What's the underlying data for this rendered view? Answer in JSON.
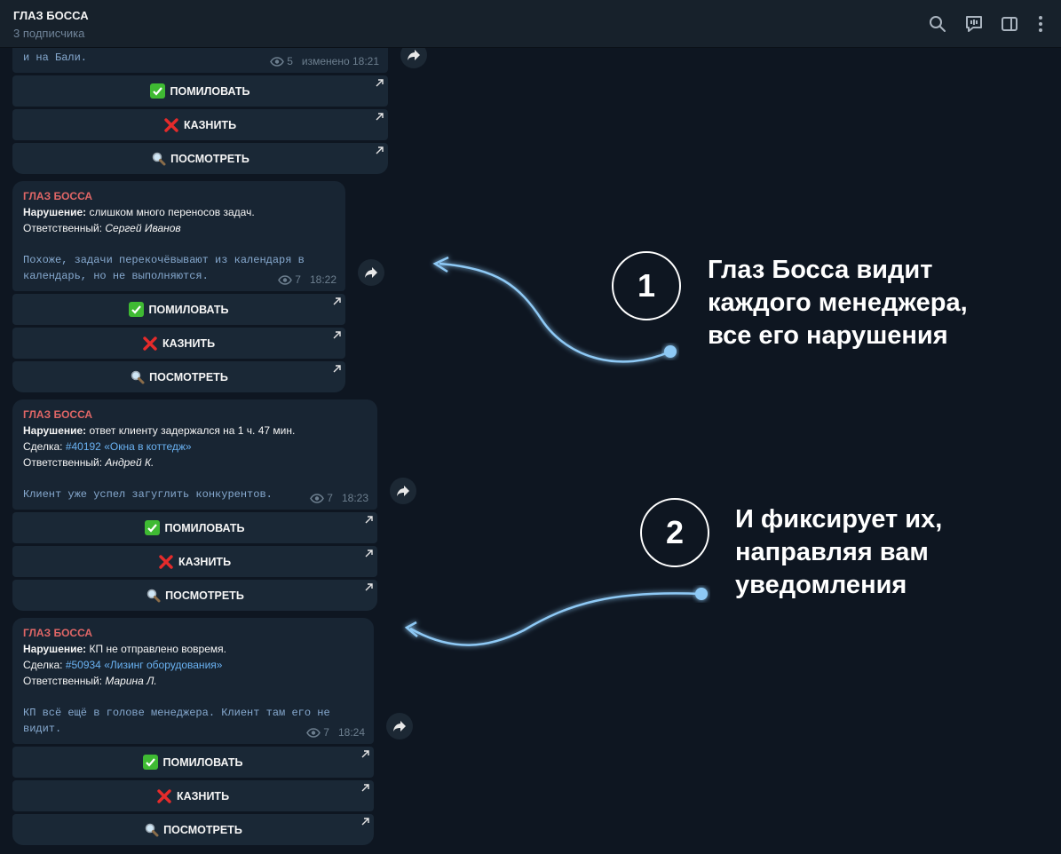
{
  "header": {
    "title": "ГЛАЗ БОССА",
    "subtitle": "3 подписчика",
    "icons": [
      "search-icon",
      "comments-icon",
      "sidebar-toggle-icon",
      "more-vertical-icon"
    ]
  },
  "buttons": {
    "pardon": "ПОМИЛОВАТЬ",
    "execute": "КАЗНИТЬ",
    "view": "ПОСМОТРЕТЬ"
  },
  "messages": [
    {
      "code": "и на Бали.",
      "views": "5",
      "time": "изменено 18:21"
    },
    {
      "title": "ГЛАЗ БОССА",
      "violation_label": "Нарушение:",
      "violation": " слишком много переносов задач.",
      "resp_label": "Ответственный: ",
      "resp": "Сергей Иванов",
      "code": "Похоже, задачи перекочёвывают из календаря в\nкалендарь, но не выполняются.",
      "views": "7",
      "time": "18:22"
    },
    {
      "title": "ГЛАЗ БОССА",
      "violation_label": "Нарушение:",
      "violation": " ответ клиенту задержался на 1 ч. 47 мин.",
      "deal_label": "Сделка: ",
      "deal": "#40192 «Окна в коттедж»",
      "resp_label": "Ответственный: ",
      "resp": "Андрей К.",
      "code": "Клиент уже успел загуглить конкурентов.",
      "views": "7",
      "time": "18:23"
    },
    {
      "title": "ГЛАЗ БОССА",
      "violation_label": "Нарушение:",
      "violation": " КП не отправлено вовремя.",
      "deal_label": "Сделка: ",
      "deal": "#50934 «Лизинг оборудования»",
      "resp_label": "Ответственный: ",
      "resp": "Марина Л.",
      "code": "КП всё ещё в голове менеджера. Клиент там его не\nвидит.",
      "views": "7",
      "time": "18:24"
    }
  ],
  "callouts": [
    {
      "number": "1",
      "text": "Глаз Босса видит\nкаждого менеджера,\nвсе его нарушения"
    },
    {
      "number": "2",
      "text": "И фиксирует их,\nнаправляя вам\nуведомления"
    }
  ],
  "colors": {
    "background": "#0e1621",
    "bubble": "#182533",
    "title_red": "#e06666",
    "link": "#6ab2f2",
    "code": "#86a9cf",
    "arrow": "#8ec9f5"
  }
}
